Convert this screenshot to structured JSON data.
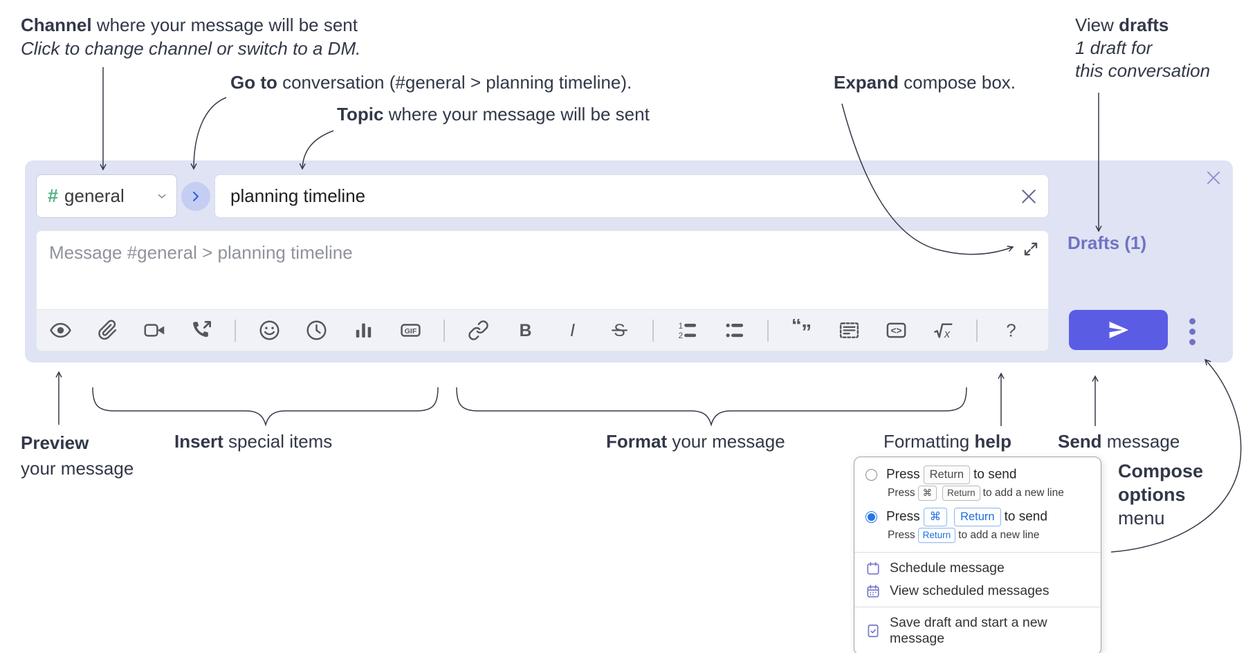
{
  "colors": {
    "compose_bg": "#dfe3f4",
    "send_button": "#5a5ce4",
    "purple_accent": "#7073c2",
    "green_hash": "#55b186",
    "radio_blue": "#2376e5",
    "icon_gray": "#54575e"
  },
  "annotations": {
    "channel": {
      "bold": "Channel",
      "rest": " where your message will be sent",
      "sub": "Click to change channel or switch to a DM."
    },
    "goto": {
      "bold": "Go to",
      "rest": " conversation (#general > planning timeline)."
    },
    "topic": {
      "bold": "Topic",
      "rest": " where your message will be sent"
    },
    "expand": {
      "bold": "Expand",
      "rest": " compose box."
    },
    "drafts": {
      "pre": "View ",
      "bold": "drafts",
      "line2": "1 draft for",
      "line3": "this conversation"
    },
    "preview": {
      "bold": "Preview",
      "line2": "your message"
    },
    "insert": {
      "bold": "Insert",
      "rest": " special items"
    },
    "format": {
      "bold": "Format",
      "rest": " your message"
    },
    "formatting_help": {
      "pre": "Formatting ",
      "bold": "help"
    },
    "send": {
      "bold": "Send",
      "rest": " message"
    },
    "compose_options": {
      "line1": "Compose",
      "line2": "options",
      "line3": "menu"
    }
  },
  "compose": {
    "channel": {
      "hash": "#",
      "name": "general"
    },
    "topic_value": "planning timeline",
    "message_placeholder": "Message #general > planning timeline",
    "drafts_link": "Drafts (1)",
    "gif_label": "GIF",
    "toolbar": [
      "preview",
      "attach-file",
      "video-call",
      "audio-call",
      "divider",
      "emoji",
      "global-time",
      "poll",
      "gif",
      "divider",
      "link",
      "bold",
      "italic",
      "strikethrough",
      "divider",
      "numbered-list",
      "bulleted-list",
      "divider",
      "quote",
      "spoiler",
      "code",
      "latex",
      "divider",
      "help"
    ]
  },
  "popup": {
    "options": [
      {
        "selected": false,
        "main": [
          {
            "t": "Press"
          },
          {
            "k": "Return"
          },
          {
            "t": "to send"
          }
        ],
        "sub": [
          {
            "t": "Press"
          },
          {
            "k": "⌘"
          },
          {
            "k": "Return"
          },
          {
            "t": "to add a new line"
          }
        ]
      },
      {
        "selected": true,
        "main": [
          {
            "t": "Press"
          },
          {
            "k": "⌘"
          },
          {
            "k": "Return"
          },
          {
            "t": "to send"
          }
        ],
        "sub": [
          {
            "t": "Press"
          },
          {
            "k": "Return"
          },
          {
            "t": "to add a new line"
          }
        ]
      }
    ],
    "sections": [
      [
        {
          "icon": "schedule-calendar-icon",
          "label": "Schedule message"
        },
        {
          "icon": "scheduled-messages-calendar-icon",
          "label": "View scheduled messages"
        }
      ],
      [
        {
          "icon": "save-draft-icon",
          "label": "Save draft and start a new message"
        }
      ]
    ]
  }
}
